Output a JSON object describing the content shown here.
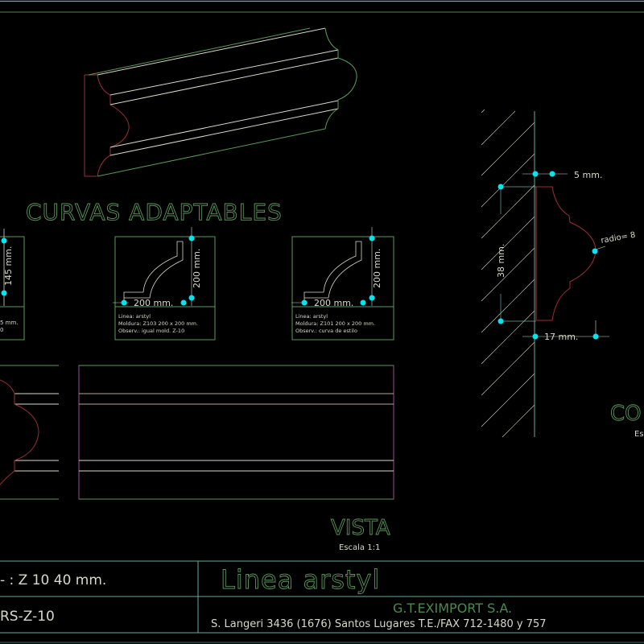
{
  "colors": {
    "background": "#000000",
    "green": "#5a9a5a",
    "white": "#d8d8c8",
    "red": "#9a3030",
    "cyan": "#00e6f0",
    "teal_line": "#6aa8a0",
    "magenta": "#9a4a9a"
  },
  "titles": {
    "curvas": "CURVAS  ADAPTABLES",
    "vista": "VISTA",
    "vista_scale": "Escala  1:1",
    "corte": "CO",
    "corte_scale": "Es"
  },
  "cards": [
    {
      "dim_v": "145 mm.",
      "lines": [
        "",
        "5  mm.",
        "0"
      ]
    },
    {
      "dim_h": "200  mm.",
      "dim_v": "200  mm.",
      "lines": [
        "Linea:  arstyl",
        "Moldura:  Z103  200  x  200  mm.",
        "Observ.:  igual  mold.  Z-10"
      ]
    },
    {
      "dim_h": "200  mm.",
      "dim_v": "200  mm.",
      "lines": [
        "Linea:  arstyl",
        "Moldura:   Z101  200  x  200  mm.",
        "Observ.:  curva  de  estilo"
      ]
    }
  ],
  "section": {
    "dim_top": "5  mm.",
    "dim_height": "38  mm.",
    "dim_bottom": "17  mm.",
    "radius": "radio=  8"
  },
  "title_block": {
    "size": "- :  Z  10  40  mm.",
    "code": "RS-Z-10",
    "line_name": "Linea  arstyl",
    "company": "G.T.EXIMPORT  S.A.",
    "address": "S.  Langeri  3436  (1676)  Santos  Lugares  T.E./FAX  712-1480  y  757"
  }
}
